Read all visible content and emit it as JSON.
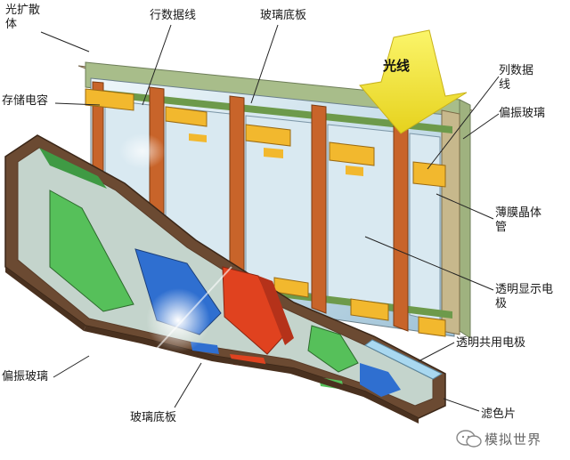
{
  "labels": {
    "backlight_diffuser": "光扩散\n体",
    "storage_capacitor": "存储电容",
    "row_data_line": "行数据线",
    "glass_substrate_top": "玻璃底板",
    "light": "光线",
    "column_data_line": "列数据\n线",
    "polarizer_right": "偏振玻璃",
    "thin_film_transistor": "薄膜晶体\n管",
    "transparent_display_electrode": "透明显示电\n极",
    "transparent_common_electrode": "透明共用电极",
    "polarizer_left": "偏振玻璃",
    "color_filter": "滤色片",
    "glass_substrate_bottom": "玻璃底板"
  },
  "watermark": {
    "text": "模拟世界"
  },
  "colors": {
    "electrode_orange": "#c8642a",
    "capacitor_yellow": "#f2b82e",
    "glass_blue": "#cfe3ee",
    "filter_green": "#56c05a",
    "filter_blue": "#2f6fd0",
    "filter_red": "#e0421f",
    "frame_brown": "#6b4a32",
    "light_arrow": "#f3e83a"
  }
}
